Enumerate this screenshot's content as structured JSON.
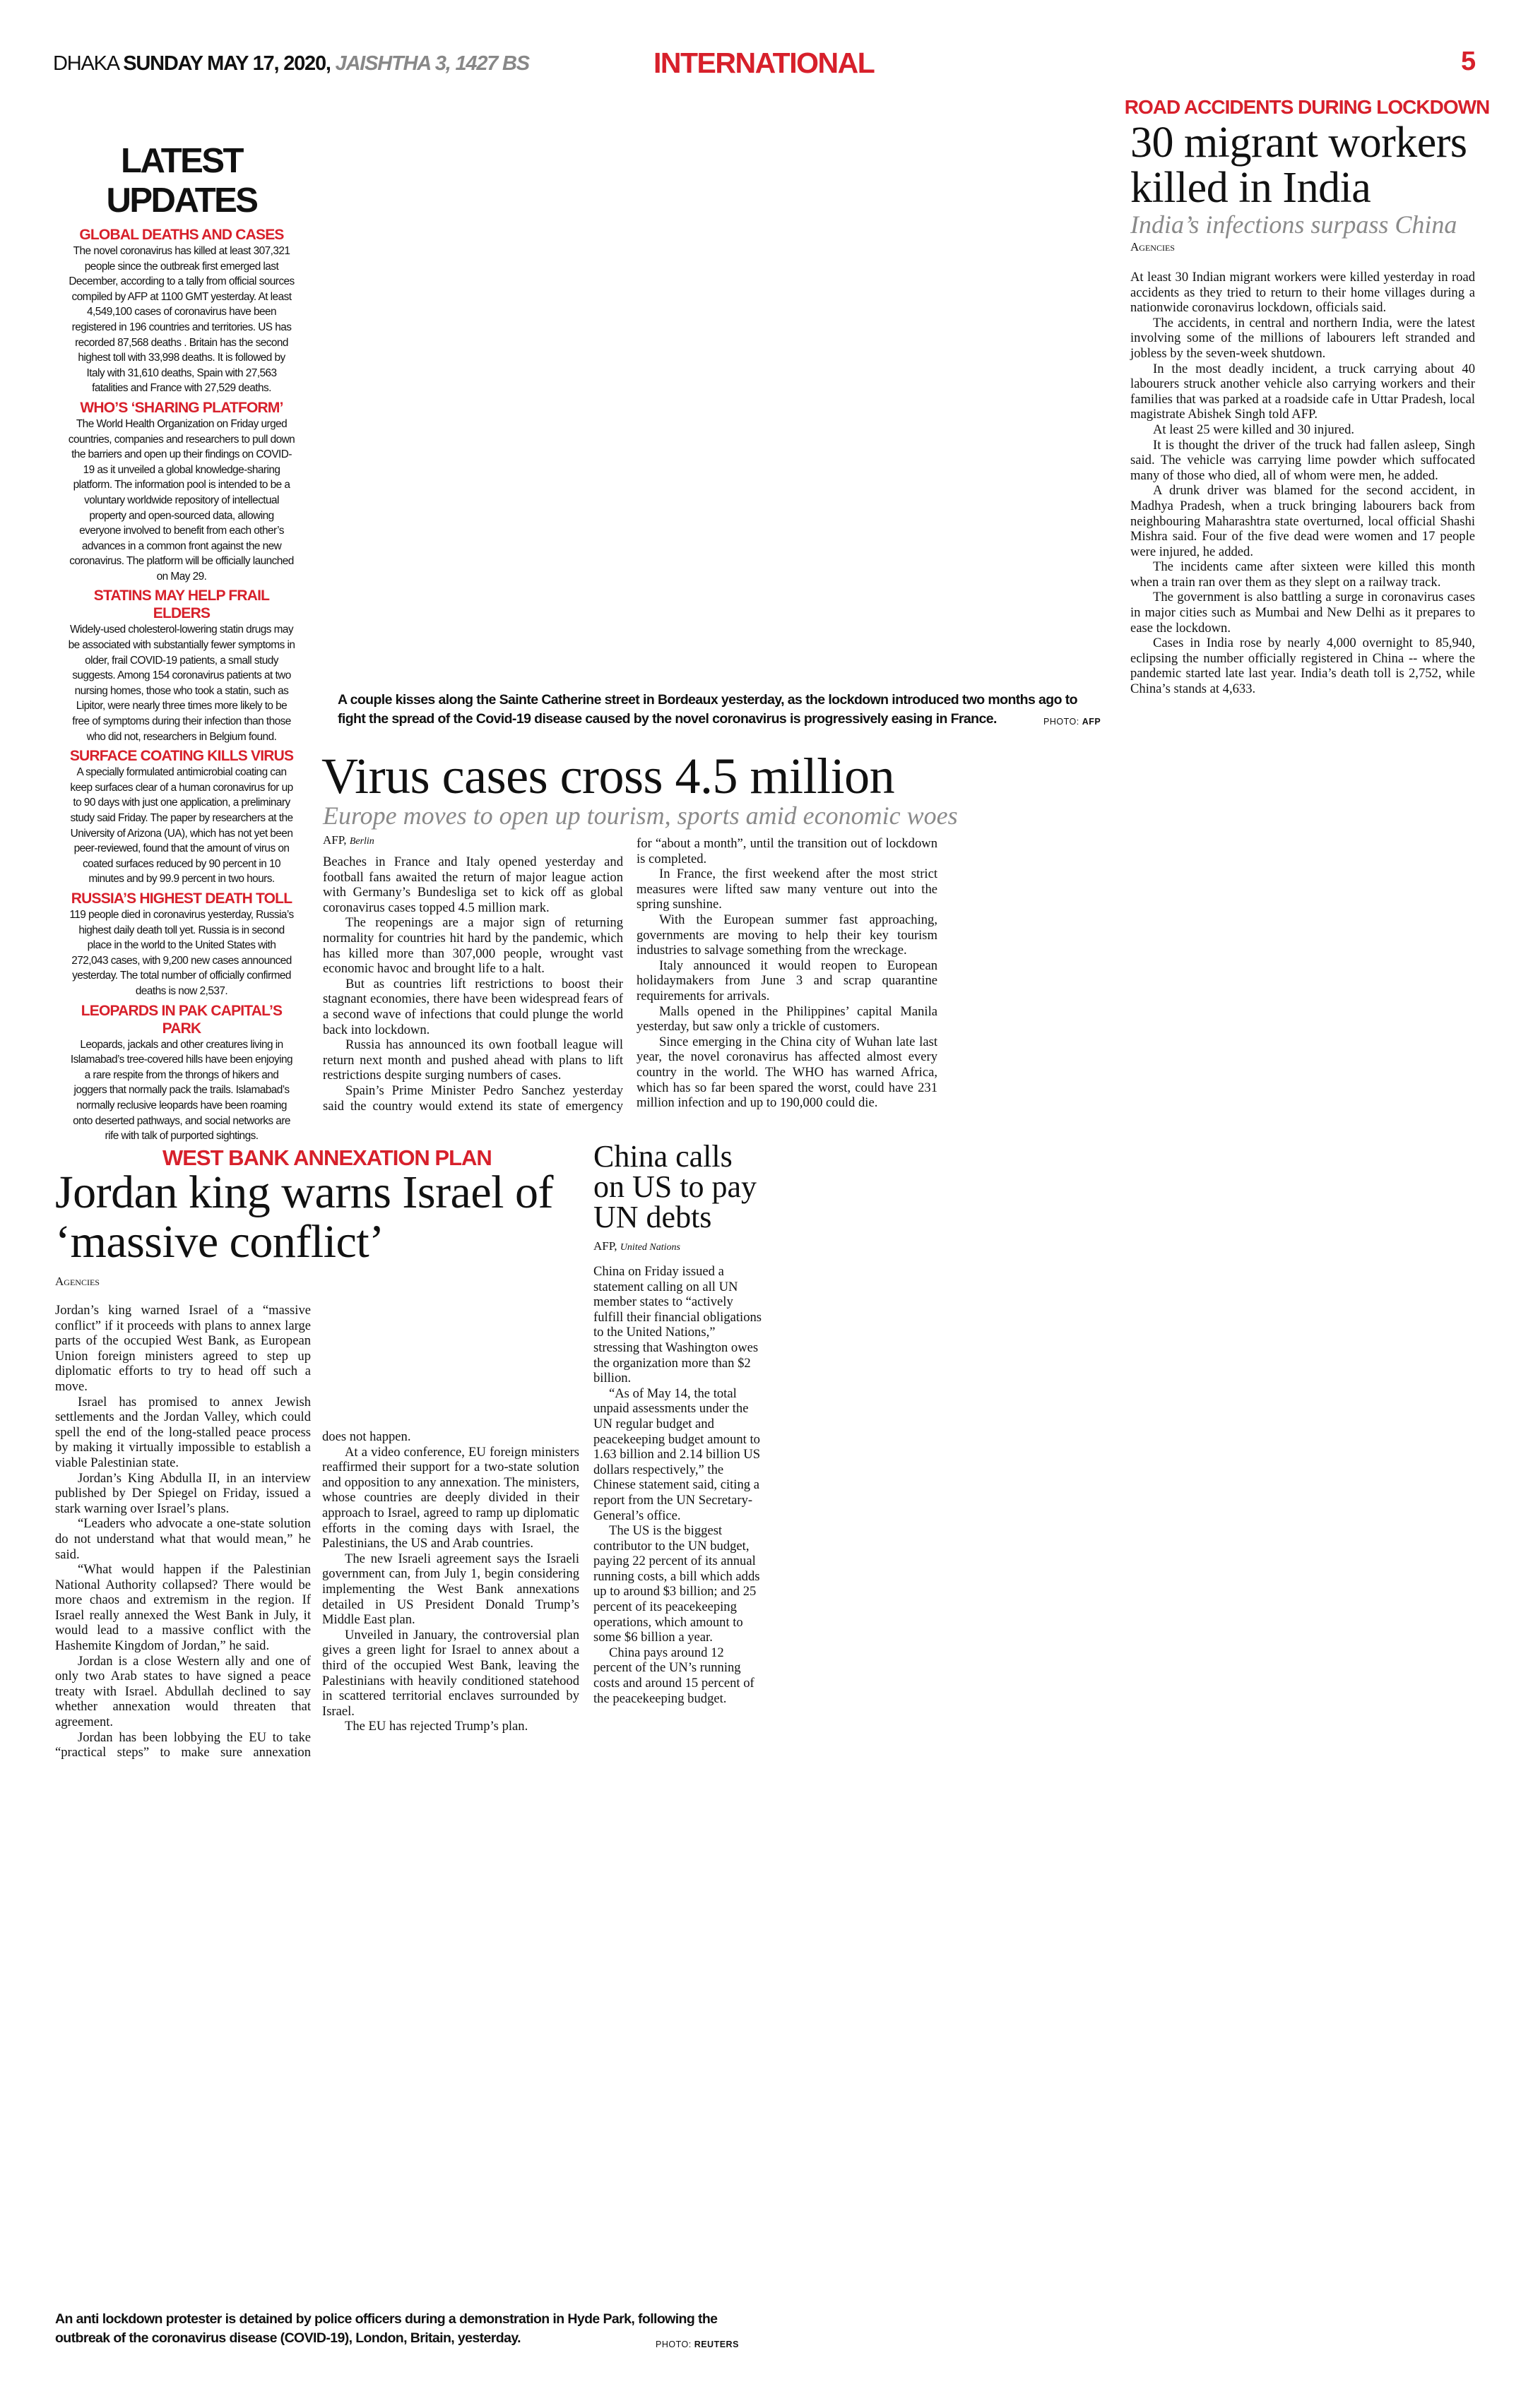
{
  "header": {
    "city": "DHAKA",
    "date": "SUNDAY MAY 17, 2020,",
    "bangla_date": "JAISHTHA 3, 1427 BS",
    "section": "INTERNATIONAL",
    "page_number": "5"
  },
  "latest_updates": {
    "title": "LATEST UPDATES",
    "items": [
      {
        "heading": "GLOBAL DEATHS AND CASES",
        "text": "The novel coronavirus has killed at least 307,321 people since the outbreak first emerged  last December, according to a tally from official sources compiled by AFP at 1100 GMT yesterday. At least 4,549,100 cases of coronavirus have been registered in 196 countries and territories. US has recorded 87,568 deaths . Britain has the second highest toll with 33,998 deaths. It is followed by Italy with 31,610 deaths, Spain with 27,563 fatalities and France with 27,529 deaths."
      },
      {
        "heading": "WHO’S ‘SHARING PLATFORM’",
        "text": "The World Health Organization on Friday urged countries, companies and researchers to pull down the barriers and open up their findings on COVID-19 as it unveiled a global knowledge-sharing platform. The information pool is intended to be a voluntary worldwide repository of intellectual property and open-sourced data, allowing everyone involved to benefit from each other’s advances in a common front against the new coronavirus. The platform will be officially launched on May 29."
      },
      {
        "heading": "STATINS MAY HELP FRAIL ELDERS",
        "text": "Widely-used cholesterol-lowering statin drugs may be associated with substantially fewer symptoms in older, frail COVID-19 patients, a small study suggests. Among 154 coronavirus patients at two nursing homes, those who took a statin, such as Lipitor, were nearly three times more likely to be free of symptoms during their infection than those who did not, researchers in Belgium found."
      },
      {
        "heading": "SURFACE COATING KILLS VIRUS",
        "text": "A specially formulated antimicrobial coating can keep surfaces clear of a human coronavirus for up to 90 days with just one application, a preliminary study said Friday. The paper by researchers at the University of Arizona (UA), which has not yet been peer-reviewed, found that the amount of virus on coated surfaces reduced by 90 percent in 10 minutes and by 99.9 percent in two hours."
      },
      {
        "heading": "RUSSIA’S HIGHEST DEATH TOLL",
        "text": "119 people died in coronavirus yesterday, Russia’s highest daily death toll yet. Russia is in second place in the world to the United States with 272,043 cases, with 9,200 new cases announced yesterday. The total number of officially confirmed deaths is now 2,537."
      },
      {
        "heading": "LEOPARDS IN PAK CAPITAL’S PARK",
        "text": "Leopards, jackals and other creatures living in Islamabad’s tree-covered hills have been enjoying a rare respite from the throngs of hikers and joggers that normally pack the trails. Islamabad’s normally reclusive leopards have been roaming onto deserted pathways, and social networks are rife with talk of purported sightings."
      }
    ]
  },
  "migrant_article": {
    "kicker": "ROAD ACCIDENTS DURING LOCKDOWN",
    "headline": "30 migrant workers killed in India",
    "subhead": "India’s infections surpass China",
    "byline": "Agencies",
    "paragraphs": [
      "At least 30 Indian migrant workers were killed yesterday in road accidents as they tried to return to their home villages during a nationwide coronavirus lockdown, officials said.",
      "The accidents, in central and northern India, were the latest involving some of the millions of labourers left stranded and jobless by the seven-week shutdown.",
      "In the most deadly incident, a truck carrying about 40 labourers struck another vehicle also carrying workers and their families that was parked at a roadside cafe in Uttar Pradesh, local magistrate Abishek Singh told AFP.",
      "At least 25 were killed and 30 injured.",
      "It is thought the driver of the truck had fallen asleep, Singh said. The vehicle was carrying lime powder which suffocated many of those who died, all of whom were men, he added.",
      "A drunk driver was blamed for the second accident, in Madhya Pradesh, when a truck bringing labourers back from neighbouring Maharashtra state overturned, local official Shashi Mishra said. Four of the five dead were women and 17 people were injured, he added.",
      "The incidents came after sixteen were killed this month when a train ran over them as they slept on a railway track.",
      "The government is also battling a surge in coronavirus cases in major cities such as Mumbai and New Delhi as it prepares to ease the lockdown.",
      "Cases in India rose by nearly 4,000 overnight to 85,940, eclipsing the number officially registered in China -- where the pandemic started late last year. India’s death toll is 2,752, while China’s stands at 4,633."
    ]
  },
  "photo_caption_top": {
    "text": "A couple kisses along the Sainte Catherine street in Bordeaux yesterday, as the lockdown introduced two months ago to fight the spread of the Covid-19 disease caused by the novel coronavirus is progressively easing in France.",
    "credit_label": "PHOTO:",
    "credit": "AFP"
  },
  "virus_article": {
    "headline": "Virus cases cross 4.5 million",
    "subhead": "Europe moves to open up tourism, sports amid economic woes",
    "byline_agency": "AFP,",
    "byline_place": "Berlin",
    "col1": [
      "Beaches in France and Italy opened yesterday and football fans awaited the return of major league action with Germany’s Bundesliga set to kick off as global coronavirus cases topped 4.5 million mark.",
      "The reopenings are a major sign of returning normality for countries hit hard by the pandemic, which has killed more than 307,000 people, wrought vast economic havoc and brought life to a halt.",
      "But as countries lift restrictions to boost their stagnant economies, there have been widespread fears of a second wave of infections that could plunge the world back into lockdown.",
      "Russia has announced its own football league will return next month and pushed ahead with plans to lift restrictions despite surging numbers of cases.",
      "Spain’s Prime Minister Pedro Sanchez yesterday said the country would extend its state of emergency"
    ],
    "col2": [
      "for “about a month”, until the transition out of lockdown is completed.",
      "In France, the first weekend after the most strict measures were lifted saw many venture out into the spring sunshine.",
      "With the European summer fast approaching, governments are moving to help their key tourism industries to salvage something from the wreckage.",
      "Italy announced it would reopen to European holidaymakers from June 3 and scrap quarantine requirements for arrivals.",
      "Malls opened in the Philippines’ capital Manila yesterday, but saw only a trickle of customers.",
      "Since emerging in the China city of Wuhan late last year, the novel coronavirus has affected almost every country in the world. The WHO has warned Africa, which has so far been spared the worst, could have 231 million infection and up to 190,000 could die."
    ]
  },
  "jordan_article": {
    "kicker": "WEST BANK ANNEXATION PLAN",
    "headline": "Jordan king warns Israel of ‘massive conflict’",
    "byline": "Agencies",
    "col1": [
      "Jordan’s king warned Israel of a “massive conflict” if it proceeds with plans to annex large parts of the occupied West Bank, as European Union foreign ministers agreed to step up diplomatic efforts to try to head off such a move.",
      "Israel has promised to annex Jewish settlements and the Jordan Valley, which could spell the end of the long-stalled peace process by making it virtually impossible to establish a viable Palestinian state.",
      "Jordan’s King Abdulla II, in an interview published by Der Spiegel on Friday, issued a stark warning over Israel’s plans.",
      "“Leaders who advocate a one-state solution do not understand what that would mean,” he said.",
      "“What would happen if the Palestinian National Authority collapsed? There would be more chaos and extremism in the region. If Israel really annexed the West Bank in July, it would lead to a massive conflict with the Hashemite Kingdom of Jordan,” he said.",
      "Jordan is a close Western ally and one of only two Arab states to have signed a peace treaty with Israel. Abdullah declined to say whether annexation would threaten that agreement.",
      "Jordan has been lobbying the EU to take “practical steps” to make sure annexation"
    ],
    "col2": [
      "does not happen.",
      "At a video conference, EU foreign ministers reaffirmed their support for a two-state solution and opposition to any annexation. The ministers, whose countries are deeply divided in their approach to Israel, agreed to ramp up diplomatic efforts in the coming days with Israel, the Palestinians, the US and Arab countries.",
      "The new Israeli agreement says the Israeli government can, from July 1, begin considering implementing the West Bank annexations detailed in US President Donald Trump’s Middle East plan.",
      "Unveiled in January, the controversial plan gives a green light for Israel to annex about a third of the occupied West Bank, leaving the Palestinians with heavily conditioned statehood in scattered territorial enclaves surrounded by Israel.",
      "The EU has rejected Trump’s plan."
    ]
  },
  "china_article": {
    "headline": "China calls on US to pay UN debts",
    "byline_agency": "AFP,",
    "byline_place": "United Nations",
    "paragraphs": [
      "China on Friday issued a statement calling on all UN member states to “actively fulfill their financial obligations to the United Nations,” stressing that Washington owes the organization more than $2 billion.",
      "“As of May 14, the total unpaid assessments under the UN regular budget and peacekeeping budget amount to 1.63 billion and 2.14 billion US dollars respectively,” the Chinese statement said, citing a report from the UN Secretary-General’s office.",
      "The US is the biggest contributor to the UN budget, paying 22 percent of its annual running costs, a bill which adds up to around $3 billion; and 25 percent of its peacekeeping operations, which amount to some $6 billion a year.",
      "China pays around 12 percent of the UN’s running costs and around 15 percent of the peacekeeping budget."
    ]
  },
  "photo_caption_bottom": {
    "text": "An anti lockdown protester is detained by police officers during a demonstration in Hyde Park, following the outbreak of the coronavirus disease (COVID-19), London, Britain, yesterday.",
    "credit_label": "PHOTO:",
    "credit": "REUTERS"
  },
  "colors": {
    "accent_red": "#d7202b",
    "subhead_gray": "#8a8a8a"
  }
}
